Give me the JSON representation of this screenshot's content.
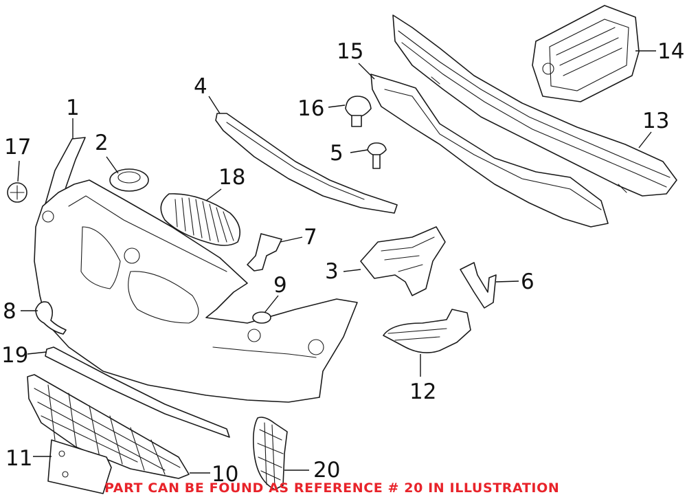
{
  "callouts": [
    {
      "id": "1",
      "label": "1"
    },
    {
      "id": "2",
      "label": "2"
    },
    {
      "id": "3",
      "label": "3"
    },
    {
      "id": "4",
      "label": "4"
    },
    {
      "id": "5",
      "label": "5"
    },
    {
      "id": "6",
      "label": "6"
    },
    {
      "id": "7",
      "label": "7"
    },
    {
      "id": "8",
      "label": "8"
    },
    {
      "id": "9",
      "label": "9"
    },
    {
      "id": "10",
      "label": "10"
    },
    {
      "id": "11",
      "label": "11"
    },
    {
      "id": "12",
      "label": "12"
    },
    {
      "id": "13",
      "label": "13"
    },
    {
      "id": "14",
      "label": "14"
    },
    {
      "id": "15",
      "label": "15"
    },
    {
      "id": "16",
      "label": "16"
    },
    {
      "id": "17",
      "label": "17"
    },
    {
      "id": "18",
      "label": "18"
    },
    {
      "id": "19",
      "label": "19"
    },
    {
      "id": "20",
      "label": "20"
    }
  ],
  "footnote": "PART CAN BE FOUND AS REFERENCE # 20 IN ILLUSTRATION",
  "colors": {
    "footnote": "#e8232a",
    "line": "#1a1a1a",
    "background": "#ffffff"
  }
}
